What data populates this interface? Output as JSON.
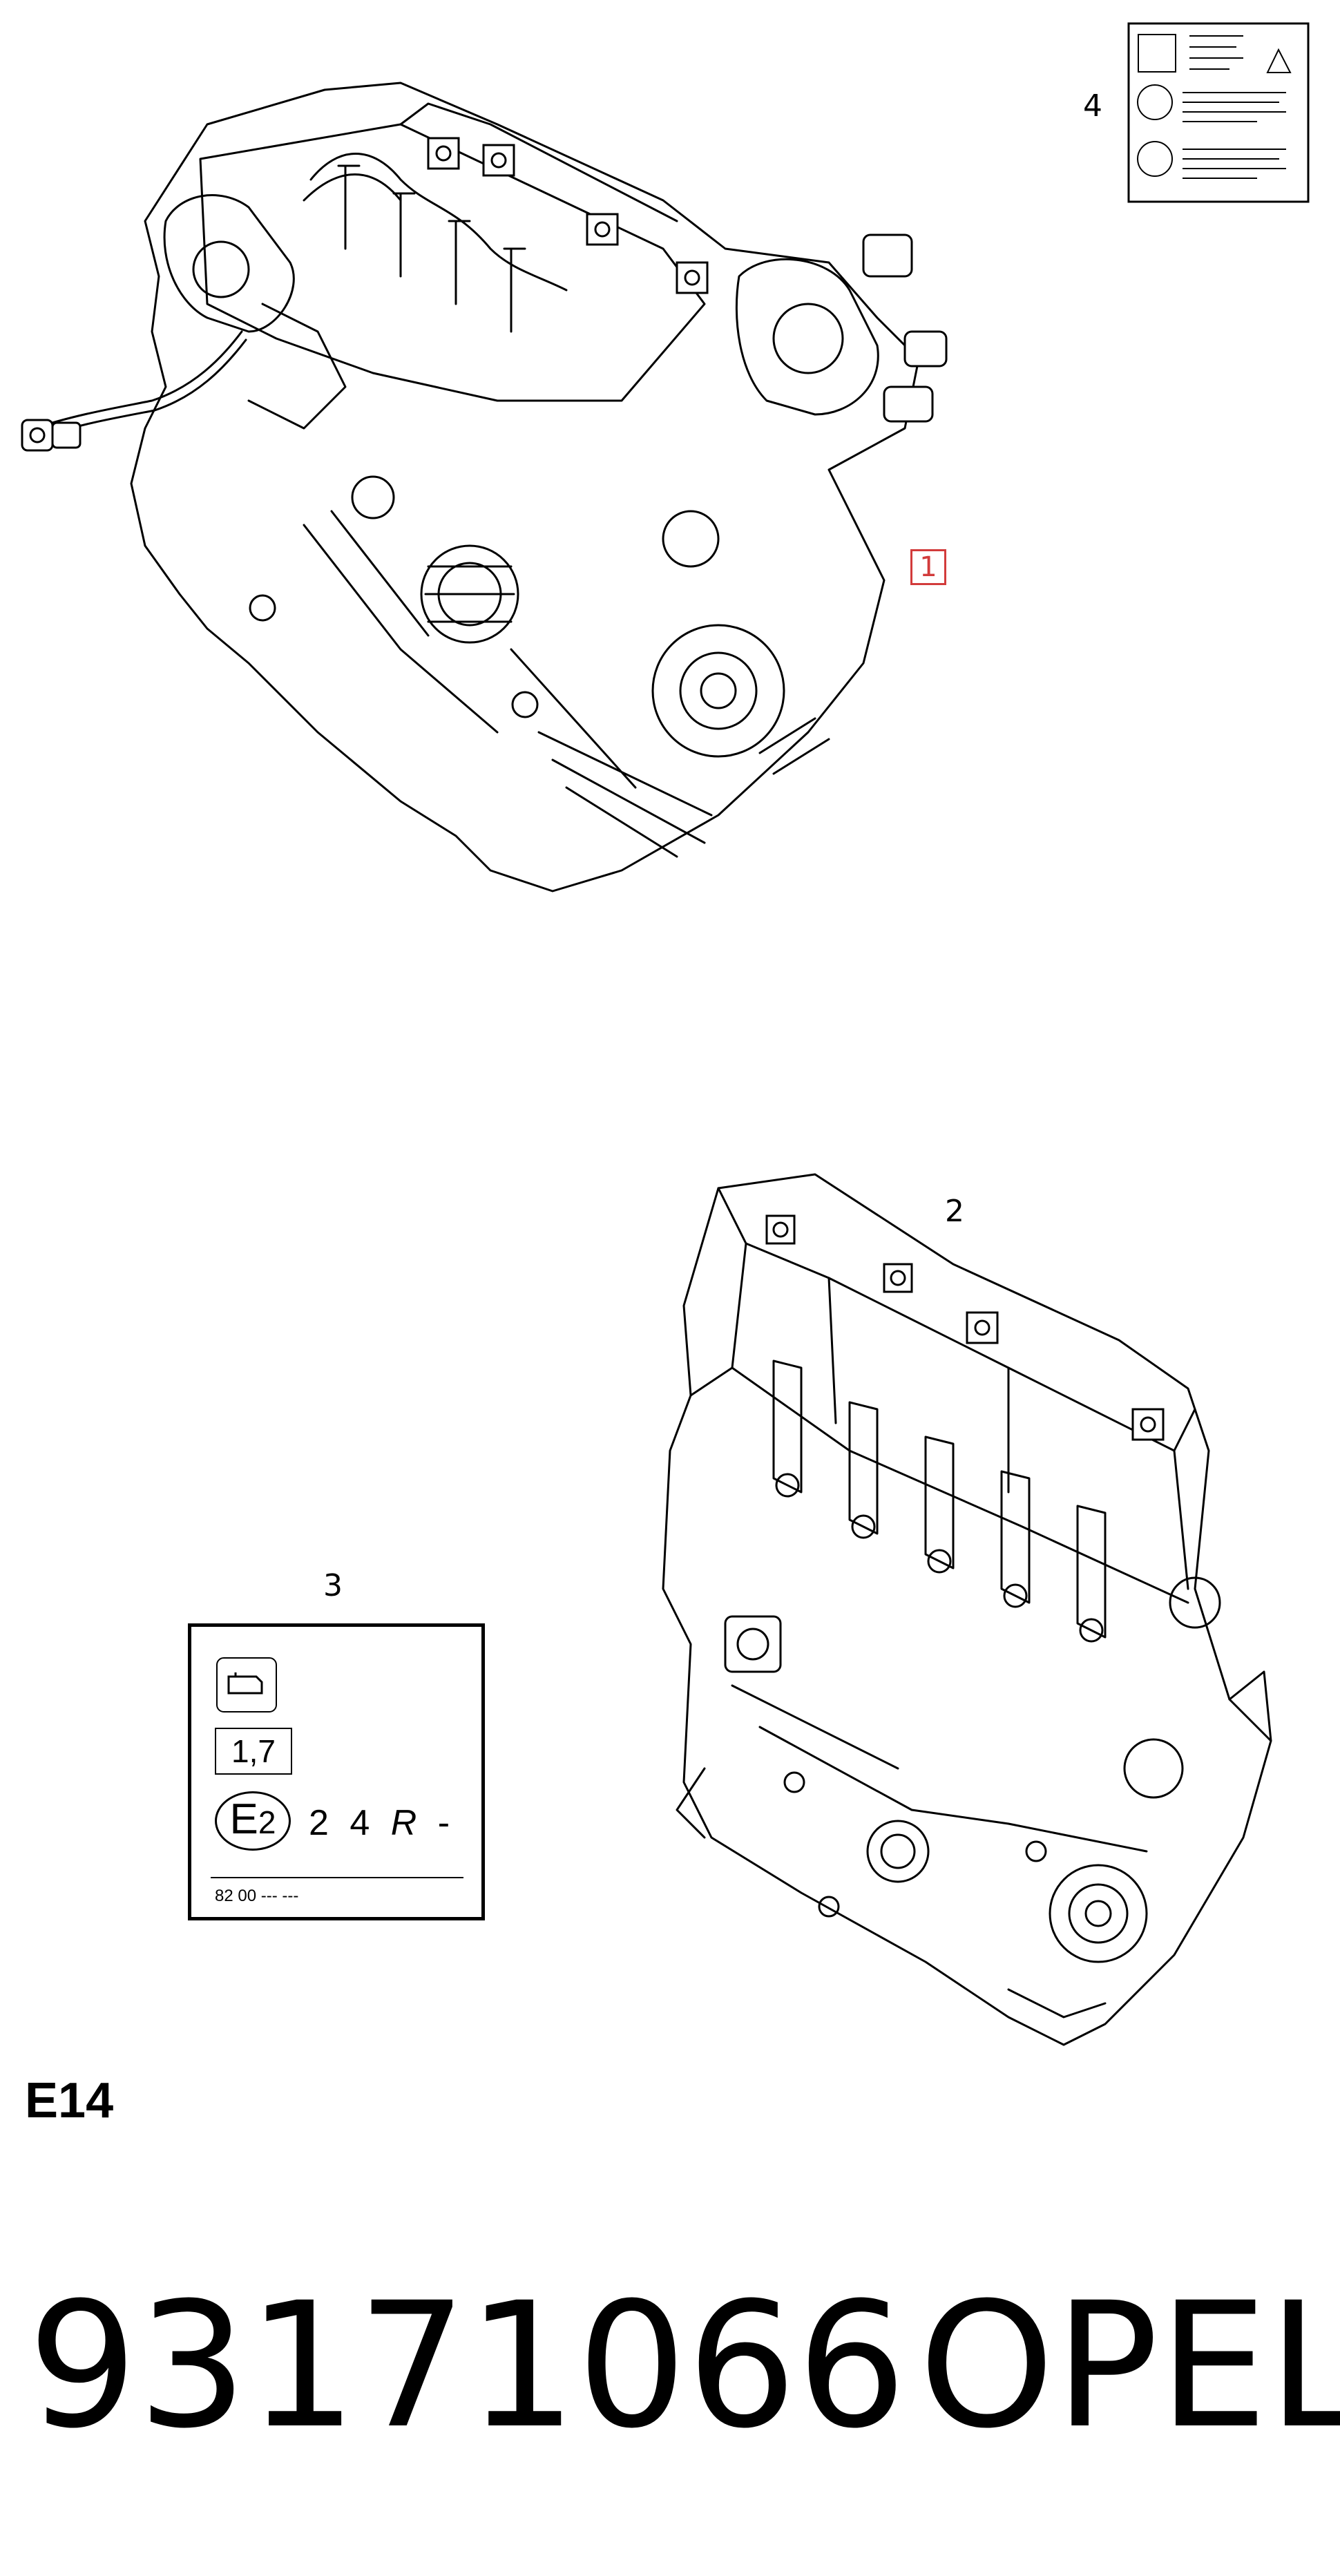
{
  "callouts": {
    "engine_complete": "1",
    "long_block": "2",
    "engine_label": "3",
    "info_sheet": "4"
  },
  "engine_label": {
    "icon": "engine-outline-icon",
    "displacement": "1,7",
    "approval_mark": "E",
    "approval_country": "2",
    "approval_number": "2 4",
    "approval_regulation": "R",
    "approval_suffix": "-",
    "part_code": "82 00 --- ---"
  },
  "section_code": "E14",
  "part_number": "93171066",
  "brand": "OPEL",
  "colors": {
    "highlight_callout": "#d23b3b",
    "line": "#000000"
  }
}
